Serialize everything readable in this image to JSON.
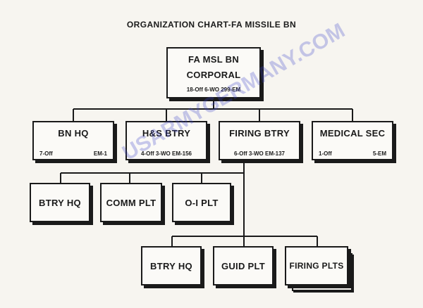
{
  "title": "ORGANIZATION CHART-FA MISSILE BN",
  "top": {
    "line1": "FA   MSL   BN",
    "line2": "CORPORAL",
    "strength": "18-Off   6-WO   299-EM"
  },
  "level2": {
    "bn_hq": {
      "name": "BN   HQ",
      "off": "7-Off",
      "em": "EM-1"
    },
    "hs_btry": {
      "name": "H&S BTRY",
      "strength": "4-Off  3-WO  EM-156"
    },
    "firing_btry": {
      "name": "FIRING BTRY",
      "strength": "6-Off  3-WO  EM-137"
    },
    "medical": {
      "name": "MEDICAL SEC",
      "off": "1-Off",
      "em": "5-EM"
    }
  },
  "level3": {
    "btry_hq": "BTRY HQ",
    "comm_plt": "COMM PLT",
    "oi_plt": "O-I  PLT"
  },
  "level4": {
    "btry_hq": "BTRY HQ",
    "guid_plt": "GUID PLT",
    "firing_plts": "FIRING PLTS"
  },
  "watermark": "USARMYGERMANY.COM",
  "colors": {
    "ink": "#1a1a1a",
    "paper": "#f7f5f0",
    "watermark": "#3c46c8"
  }
}
